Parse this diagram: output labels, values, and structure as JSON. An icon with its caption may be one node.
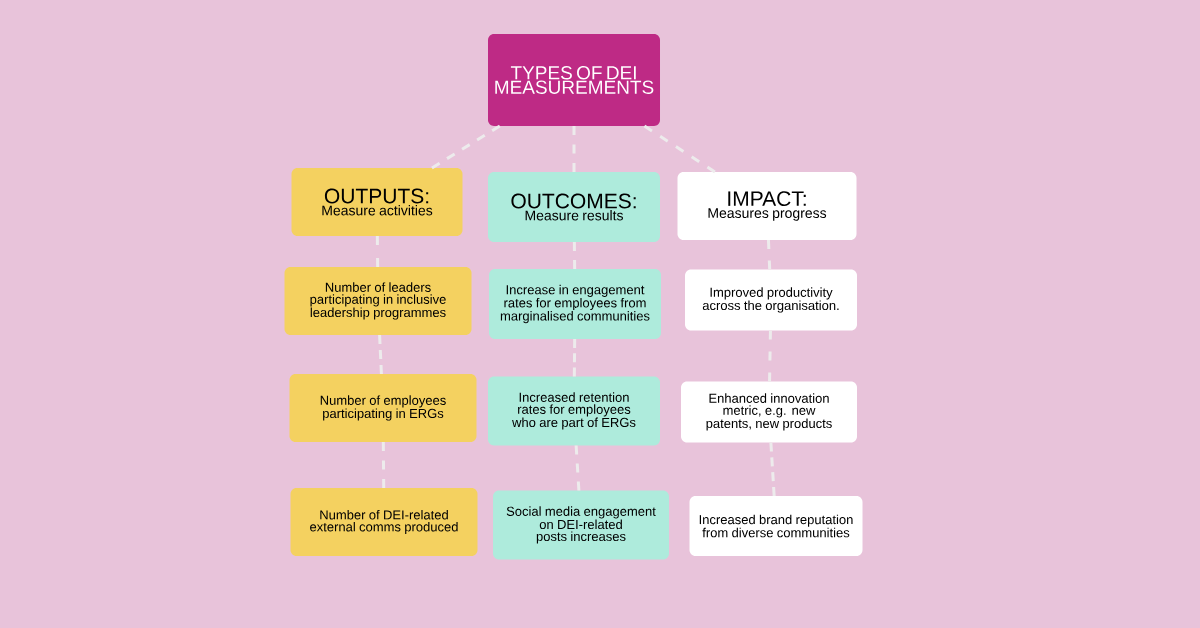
{
  "diagram": {
    "nodes": [
      {
        "text": [
          "TYPES OF DEI MEASUREMENTS"
        ]
      },
      {
        "text": [
          "OUTPUTS:",
          "Measure activities"
        ]
      },
      {
        "text": [
          "OUTCOMES:",
          "Measure results"
        ]
      },
      {
        "text": [
          "IMPACT:",
          "Measures progress"
        ]
      },
      {
        "text": [
          "Number of leaders participating in inclusive leadership programmes"
        ]
      },
      {
        "text": [
          "Increase in engagement rates for employees from marginalised communities"
        ]
      },
      {
        "text": [
          "Improved productivity across the organisation."
        ]
      },
      {
        "text": [
          "Number of employees participating in ERGs"
        ]
      },
      {
        "text": [
          "Increased retention rates for employees who are part of ERGs"
        ]
      },
      {
        "text": [
          "Enhanced innovation metric, e.g. new patents, new products"
        ]
      },
      {
        "text": [
          "Number of DEI-related external comms produced"
        ]
      },
      {
        "text": [
          "Social media engagement on DEI-related posts increases"
        ]
      },
      {
        "text": [
          "Increased brand reputation from diverse communities"
        ]
      }
    ],
    "edges": [
      {
        "from": 0,
        "to": 1,
        "arrow": "none",
        "style": "dashed"
      },
      {
        "from": 0,
        "to": 2,
        "arrow": "none",
        "style": "dashed"
      },
      {
        "from": 0,
        "to": 3,
        "arrow": "none",
        "style": "dashed"
      },
      {
        "from": 1,
        "to": 4,
        "arrow": "none",
        "style": "dashed"
      },
      {
        "from": 4,
        "to": 7,
        "arrow": "none",
        "style": "dashed"
      },
      {
        "from": 7,
        "to": 10,
        "arrow": "none",
        "style": "dashed"
      },
      {
        "from": 2,
        "to": 5,
        "arrow": "none",
        "style": "dashed"
      },
      {
        "from": 5,
        "to": 8,
        "arrow": "none",
        "style": "dashed"
      },
      {
        "from": 8,
        "to": 11,
        "arrow": "none",
        "style": "dashed"
      },
      {
        "from": 3,
        "to": 6,
        "arrow": "none",
        "style": "dashed"
      },
      {
        "from": 6,
        "to": 9,
        "arrow": "none",
        "style": "dashed"
      },
      {
        "from": 9,
        "to": 12,
        "arrow": "none",
        "style": "dashed"
      }
    ]
  }
}
